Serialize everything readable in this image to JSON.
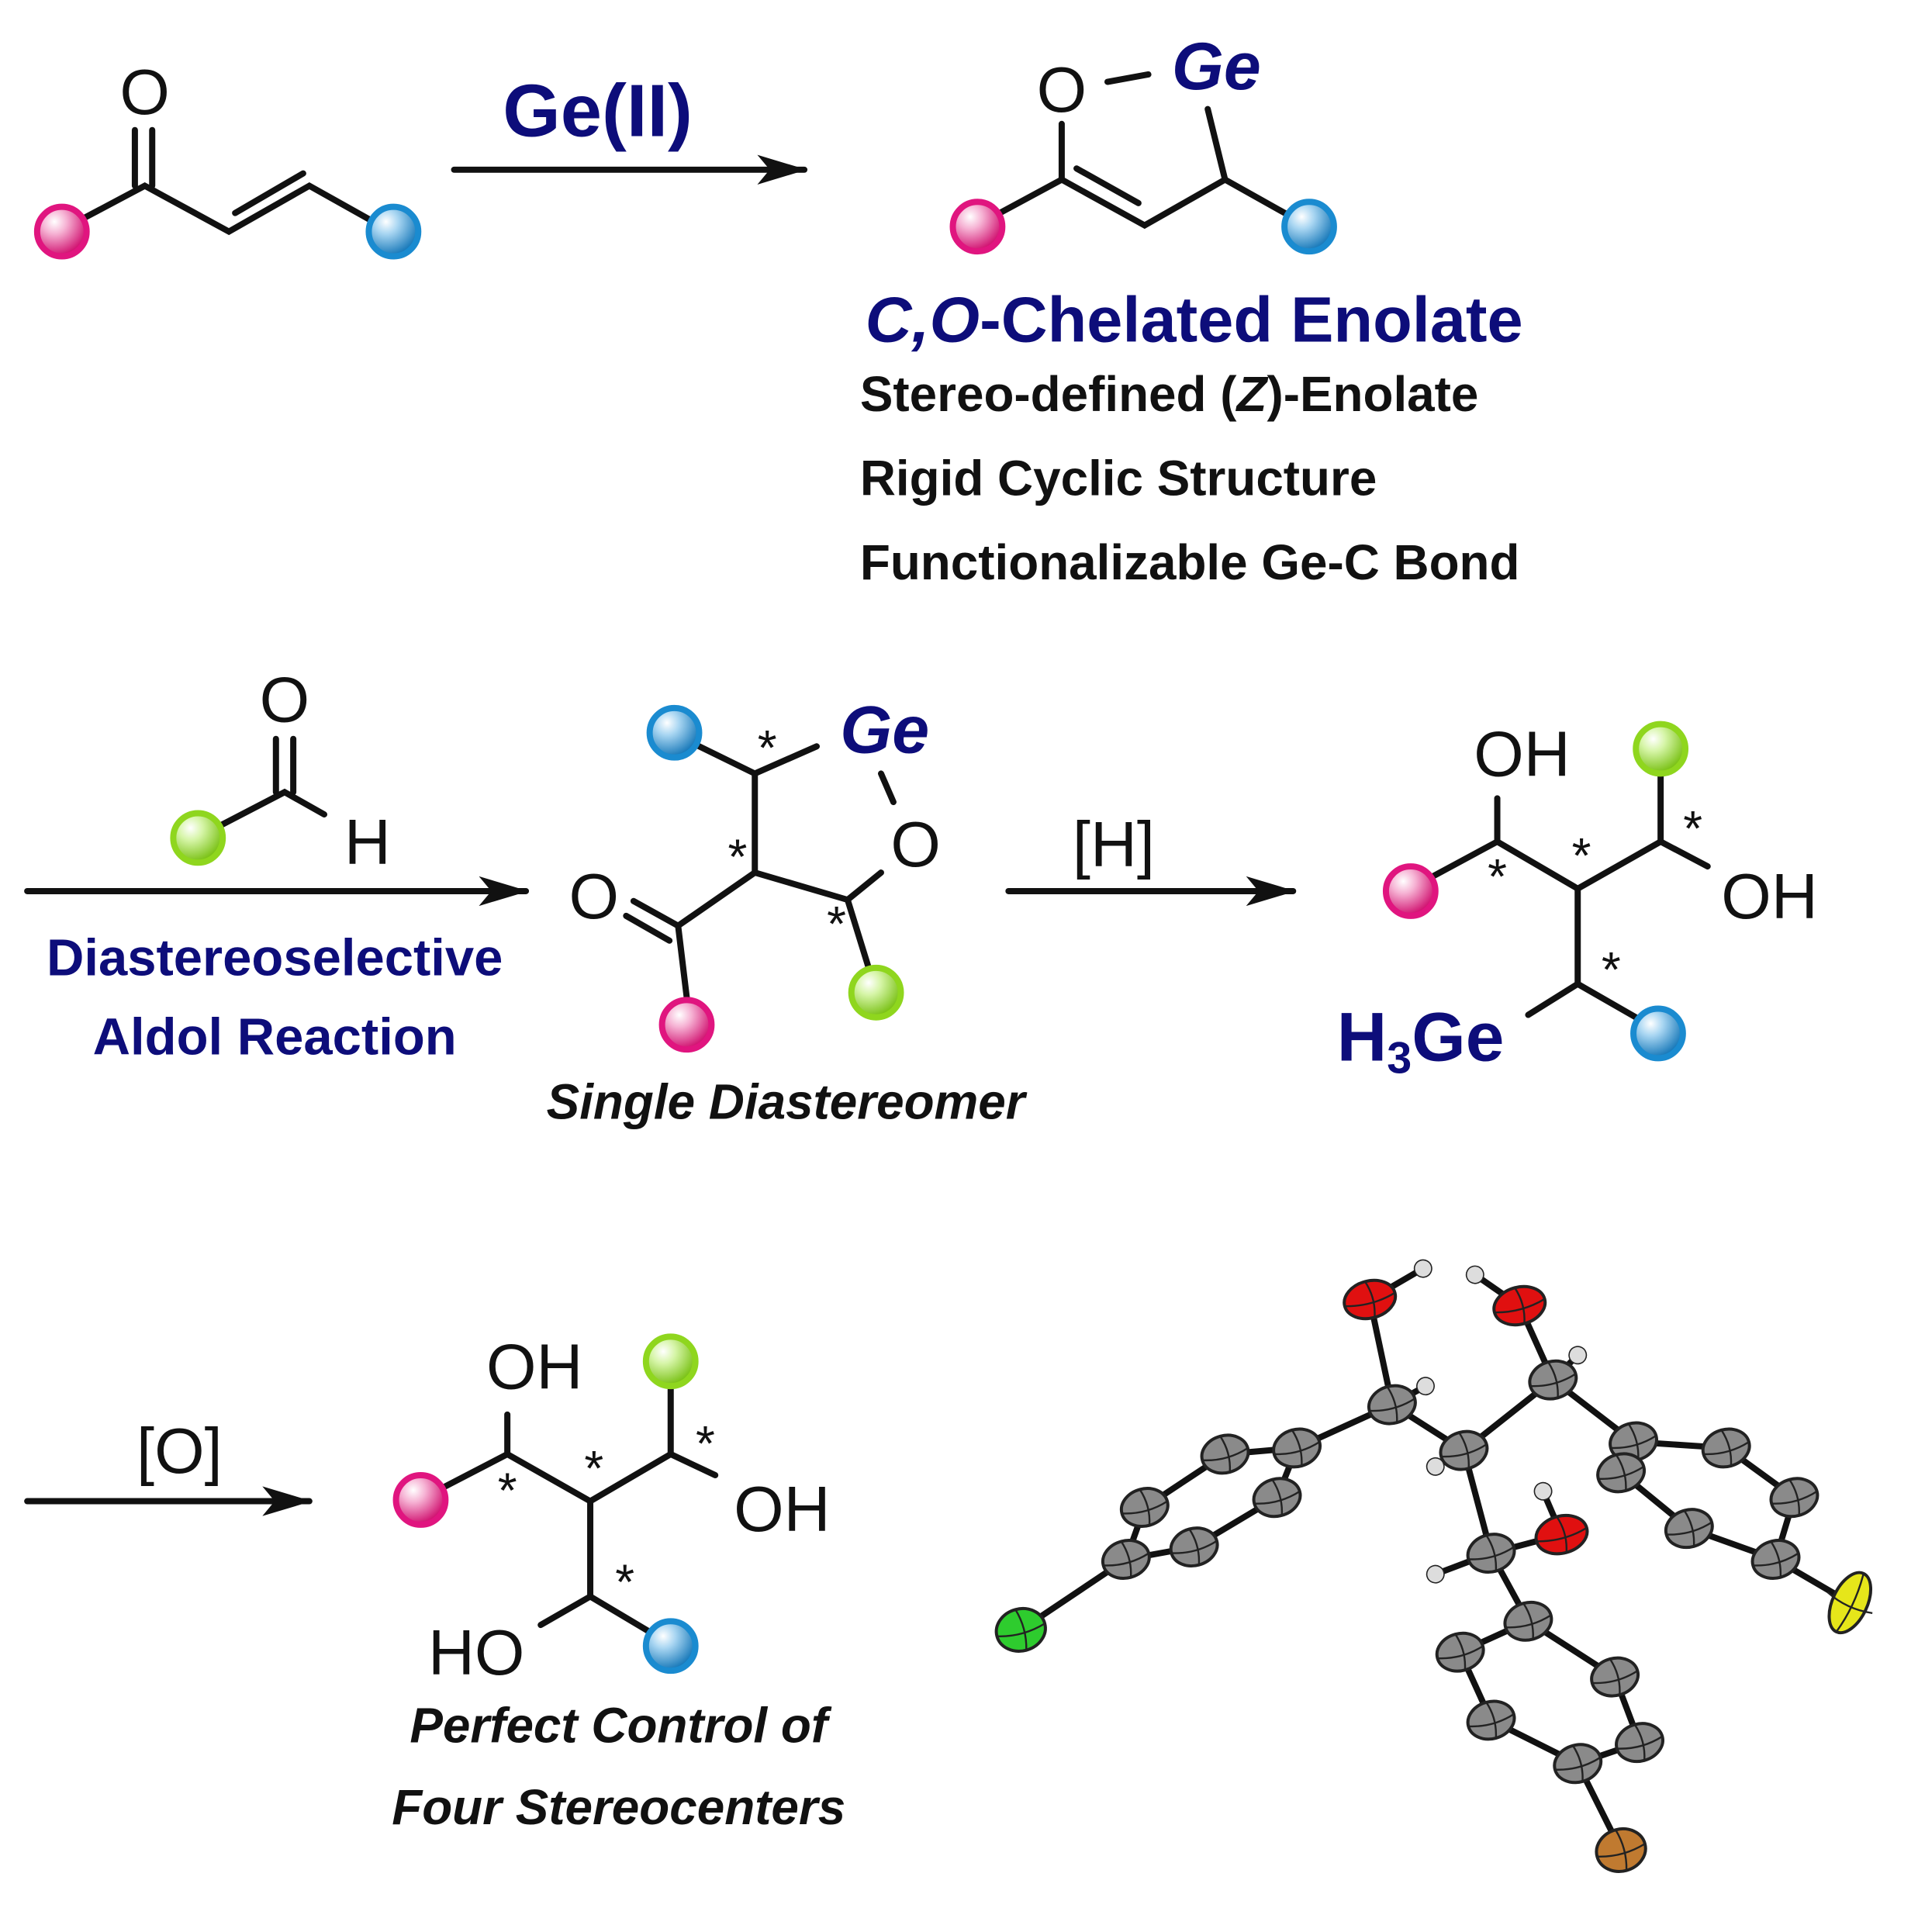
{
  "colors": {
    "pink": "#e0157f",
    "blue": "#1a8bd0",
    "green": "#8fd61e",
    "navy": "#0d0d7a",
    "oxygen": "#e01010",
    "carbon": "#8a8a8a",
    "chlorine": "#2ecc2e",
    "bromine": "#c07a30",
    "fluorine": "#e6e61a",
    "hydrogen": "#dddddd"
  },
  "step1": {
    "reagent": "Ge(II)",
    "o_label": "O",
    "product_o": "O",
    "product_ge": "Ge",
    "title_italic": "C,O",
    "title_rest": "-Chelated Enolate",
    "feature1_pre": "Stereo-defined (",
    "feature1_z": "Z",
    "feature1_post": ")-Enolate",
    "feature2": "Rigid Cyclic Structure",
    "feature3": "Functionalizable Ge-C Bond"
  },
  "step2": {
    "aldehyde_o": "O",
    "aldehyde_h": "H",
    "label1": "Diastereoselective",
    "label2": "Aldol Reaction",
    "product_ge": "Ge",
    "product_o_ring": "O",
    "product_o_keto": "O",
    "caption": "Single Diastereomer",
    "asterisk": "*"
  },
  "step3": {
    "reagent": "[H]",
    "oh1": "OH",
    "oh2": "OH",
    "ge_h": "H",
    "ge_sub": "3",
    "ge": "Ge",
    "asterisk": "*"
  },
  "step4": {
    "reagent": "[O]",
    "oh1": "OH",
    "oh2": "OH",
    "ho": "HO",
    "caption1": "Perfect Control of",
    "caption2": "Four Stereocenters",
    "asterisk": "*"
  }
}
